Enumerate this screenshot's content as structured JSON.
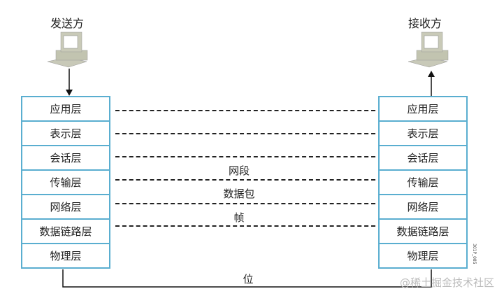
{
  "sender": {
    "title": "发送方",
    "icon": "computer-icon"
  },
  "receiver": {
    "title": "接收方",
    "icon": "computer-icon"
  },
  "layers": [
    "应用层",
    "表示层",
    "会话层",
    "传输层",
    "网络层",
    "数据链路层",
    "物理层"
  ],
  "pdu_labels": {
    "transport": "网段",
    "network": "数据包",
    "datalink": "帧",
    "physical": "位"
  },
  "figure_code": "301P_085",
  "watermark": "@稀土掘金技术社区",
  "colors": {
    "layer_border": "#5aaed0",
    "line": "#222222"
  }
}
